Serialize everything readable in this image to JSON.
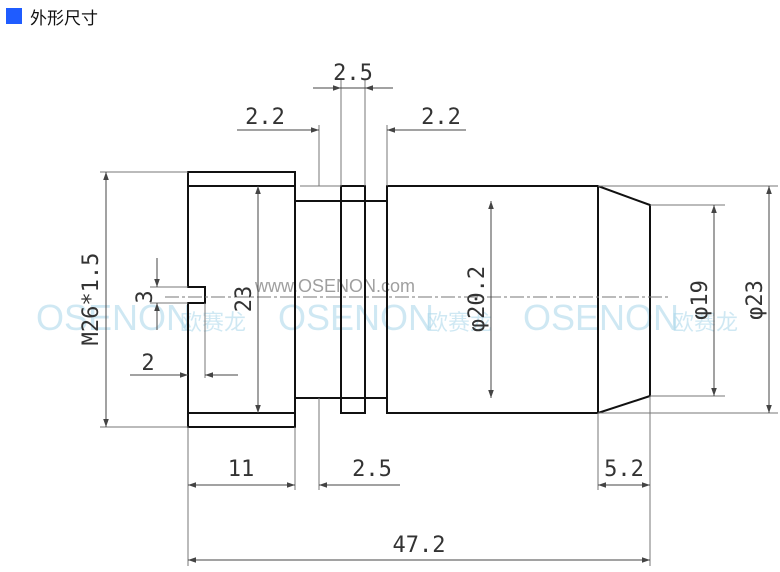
{
  "header": {
    "title": "外形尺寸",
    "marker_color": "#1f5cff"
  },
  "watermark": {
    "url": "www.OSENON.com",
    "brand": "OSENON",
    "brand_cn": "欧赛龙"
  },
  "dimensions": {
    "top_slot": "2.5",
    "top_left_groove": "2.2",
    "top_right_groove": "2.2",
    "thread": "M26*1.5",
    "slot_height": "3",
    "slot_depth": "2",
    "inner_dia": "23",
    "body_dia": "φ20.2",
    "tip_dia": "φ19",
    "outer_dia": "φ23",
    "head_length": "11",
    "groove_length": "2.5",
    "taper_length": "5.2",
    "total_length": "47.2"
  }
}
